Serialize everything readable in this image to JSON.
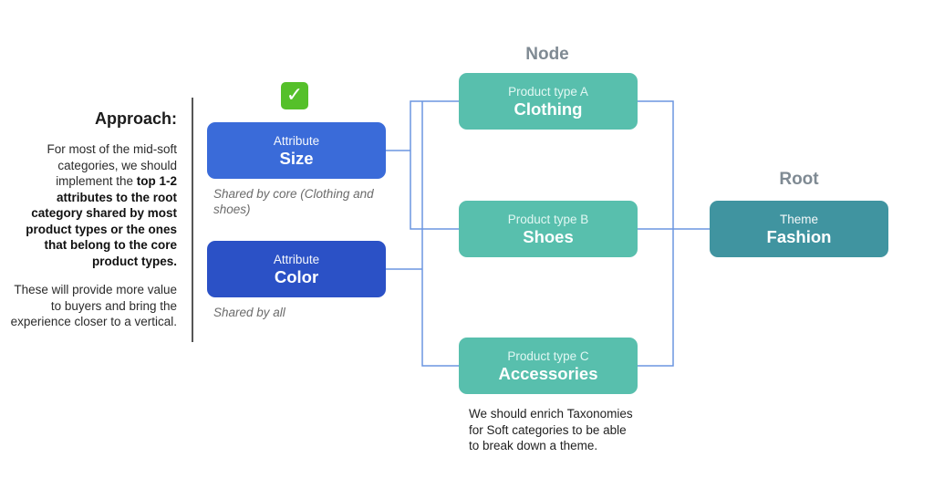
{
  "approach": {
    "title": "Approach:",
    "p1_start": "For most of the mid-soft categories, we should implement the ",
    "p1_bold": "top 1-2 attributes to the root category shared by most product types or the ones that belong to the core product types.",
    "p2": "These will provide more value to buyers and bring the experience closer to a vertical."
  },
  "icons": {
    "checkmark": "check-mark-icon",
    "checkmark_glyph": "✓"
  },
  "headings": {
    "node": "Node",
    "root": "Root"
  },
  "attributes": [
    {
      "label": "Attribute",
      "name": "Size",
      "note": "Shared by core (Clothing and shoes)",
      "color": "#3a6bd9"
    },
    {
      "label": "Attribute",
      "name": "Color",
      "note": "Shared by all",
      "color": "#2b51c6"
    }
  ],
  "product_types": [
    {
      "label": "Product type A",
      "name": "Clothing"
    },
    {
      "label": "Product type B",
      "name": "Shoes"
    },
    {
      "label": "Product type C",
      "name": "Accessories"
    }
  ],
  "theme": {
    "label": "Theme",
    "name": "Fashion",
    "color": "#4094a0"
  },
  "bottom_note": "We should enrich Taxonomies for Soft categories to be able to break down a theme.",
  "colors": {
    "node_teal": "#58bfad",
    "connector": "#6b96e0",
    "heading_gray": "#7f8a93"
  }
}
